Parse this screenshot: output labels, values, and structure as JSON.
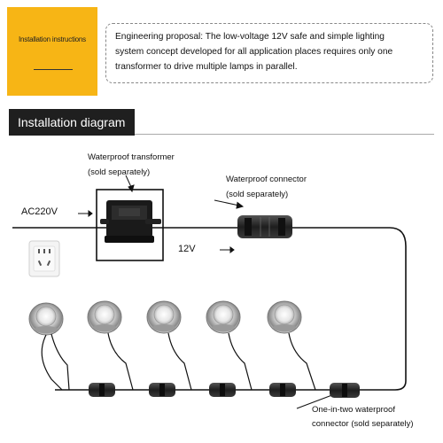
{
  "banner": {
    "title": "Installation instructions",
    "accent_color": "#f7b515"
  },
  "proposal": {
    "lines": [
      "Engineering proposal: The low-voltage 12V safe and simple lighting",
      "system concept developed for all application places requires only one",
      "transformer to drive multiple lamps in parallel."
    ]
  },
  "section": {
    "title": "Installation diagram"
  },
  "diagram": {
    "transformer_label": [
      "Waterproof transformer",
      "(sold separately)"
    ],
    "connector_label": [
      "Waterproof connector",
      "(sold separately)"
    ],
    "input_voltage": "AC220V",
    "output_voltage": "12V",
    "splitter_label": [
      "One-in-two waterproof",
      "connector (sold separately)"
    ],
    "lamp_count": 5,
    "wall_socket_icon": "wall-outlet-icon"
  }
}
